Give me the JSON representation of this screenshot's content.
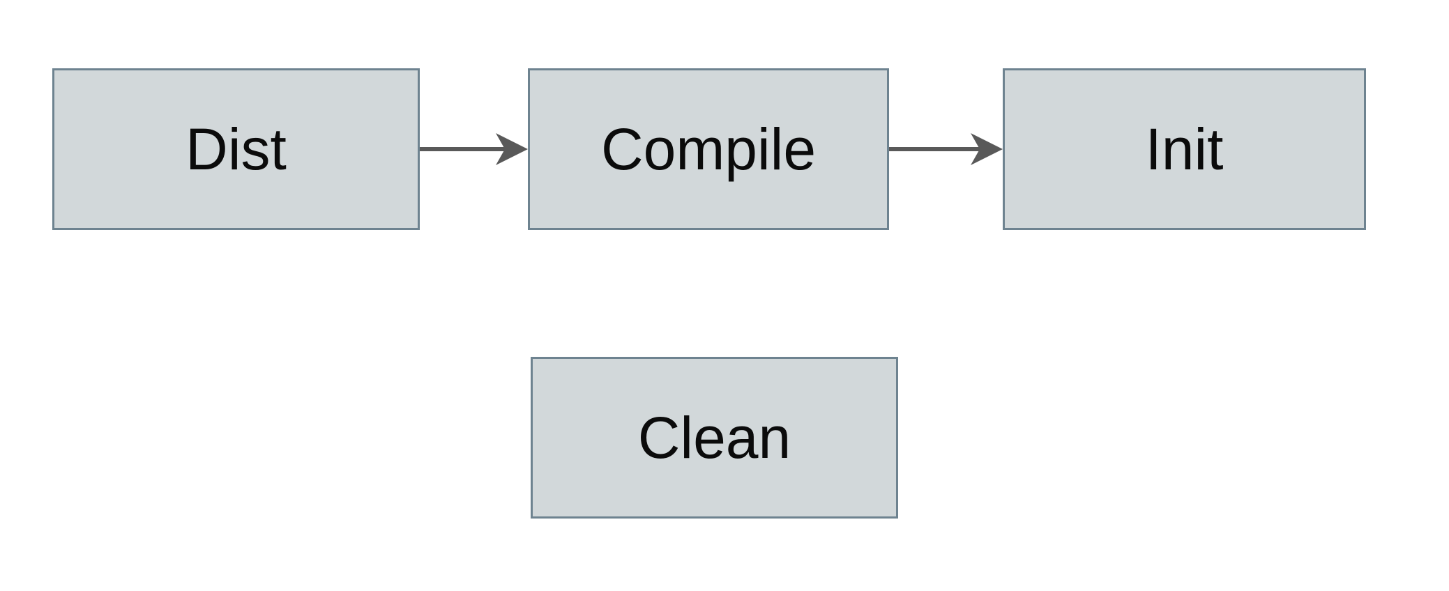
{
  "diagram": {
    "background_color": "#ffffff",
    "node_fill_color": "#d2d8da",
    "node_border_color": "#6e8390",
    "arrow_color": "#595959",
    "text_color": "#0b0b0b",
    "nodes": [
      {
        "id": "dist",
        "label": "Dist"
      },
      {
        "id": "compile",
        "label": "Compile"
      },
      {
        "id": "init",
        "label": "Init"
      },
      {
        "id": "clean",
        "label": "Clean"
      }
    ],
    "edges": [
      {
        "from": "dist",
        "to": "compile"
      },
      {
        "from": "compile",
        "to": "init"
      }
    ]
  }
}
